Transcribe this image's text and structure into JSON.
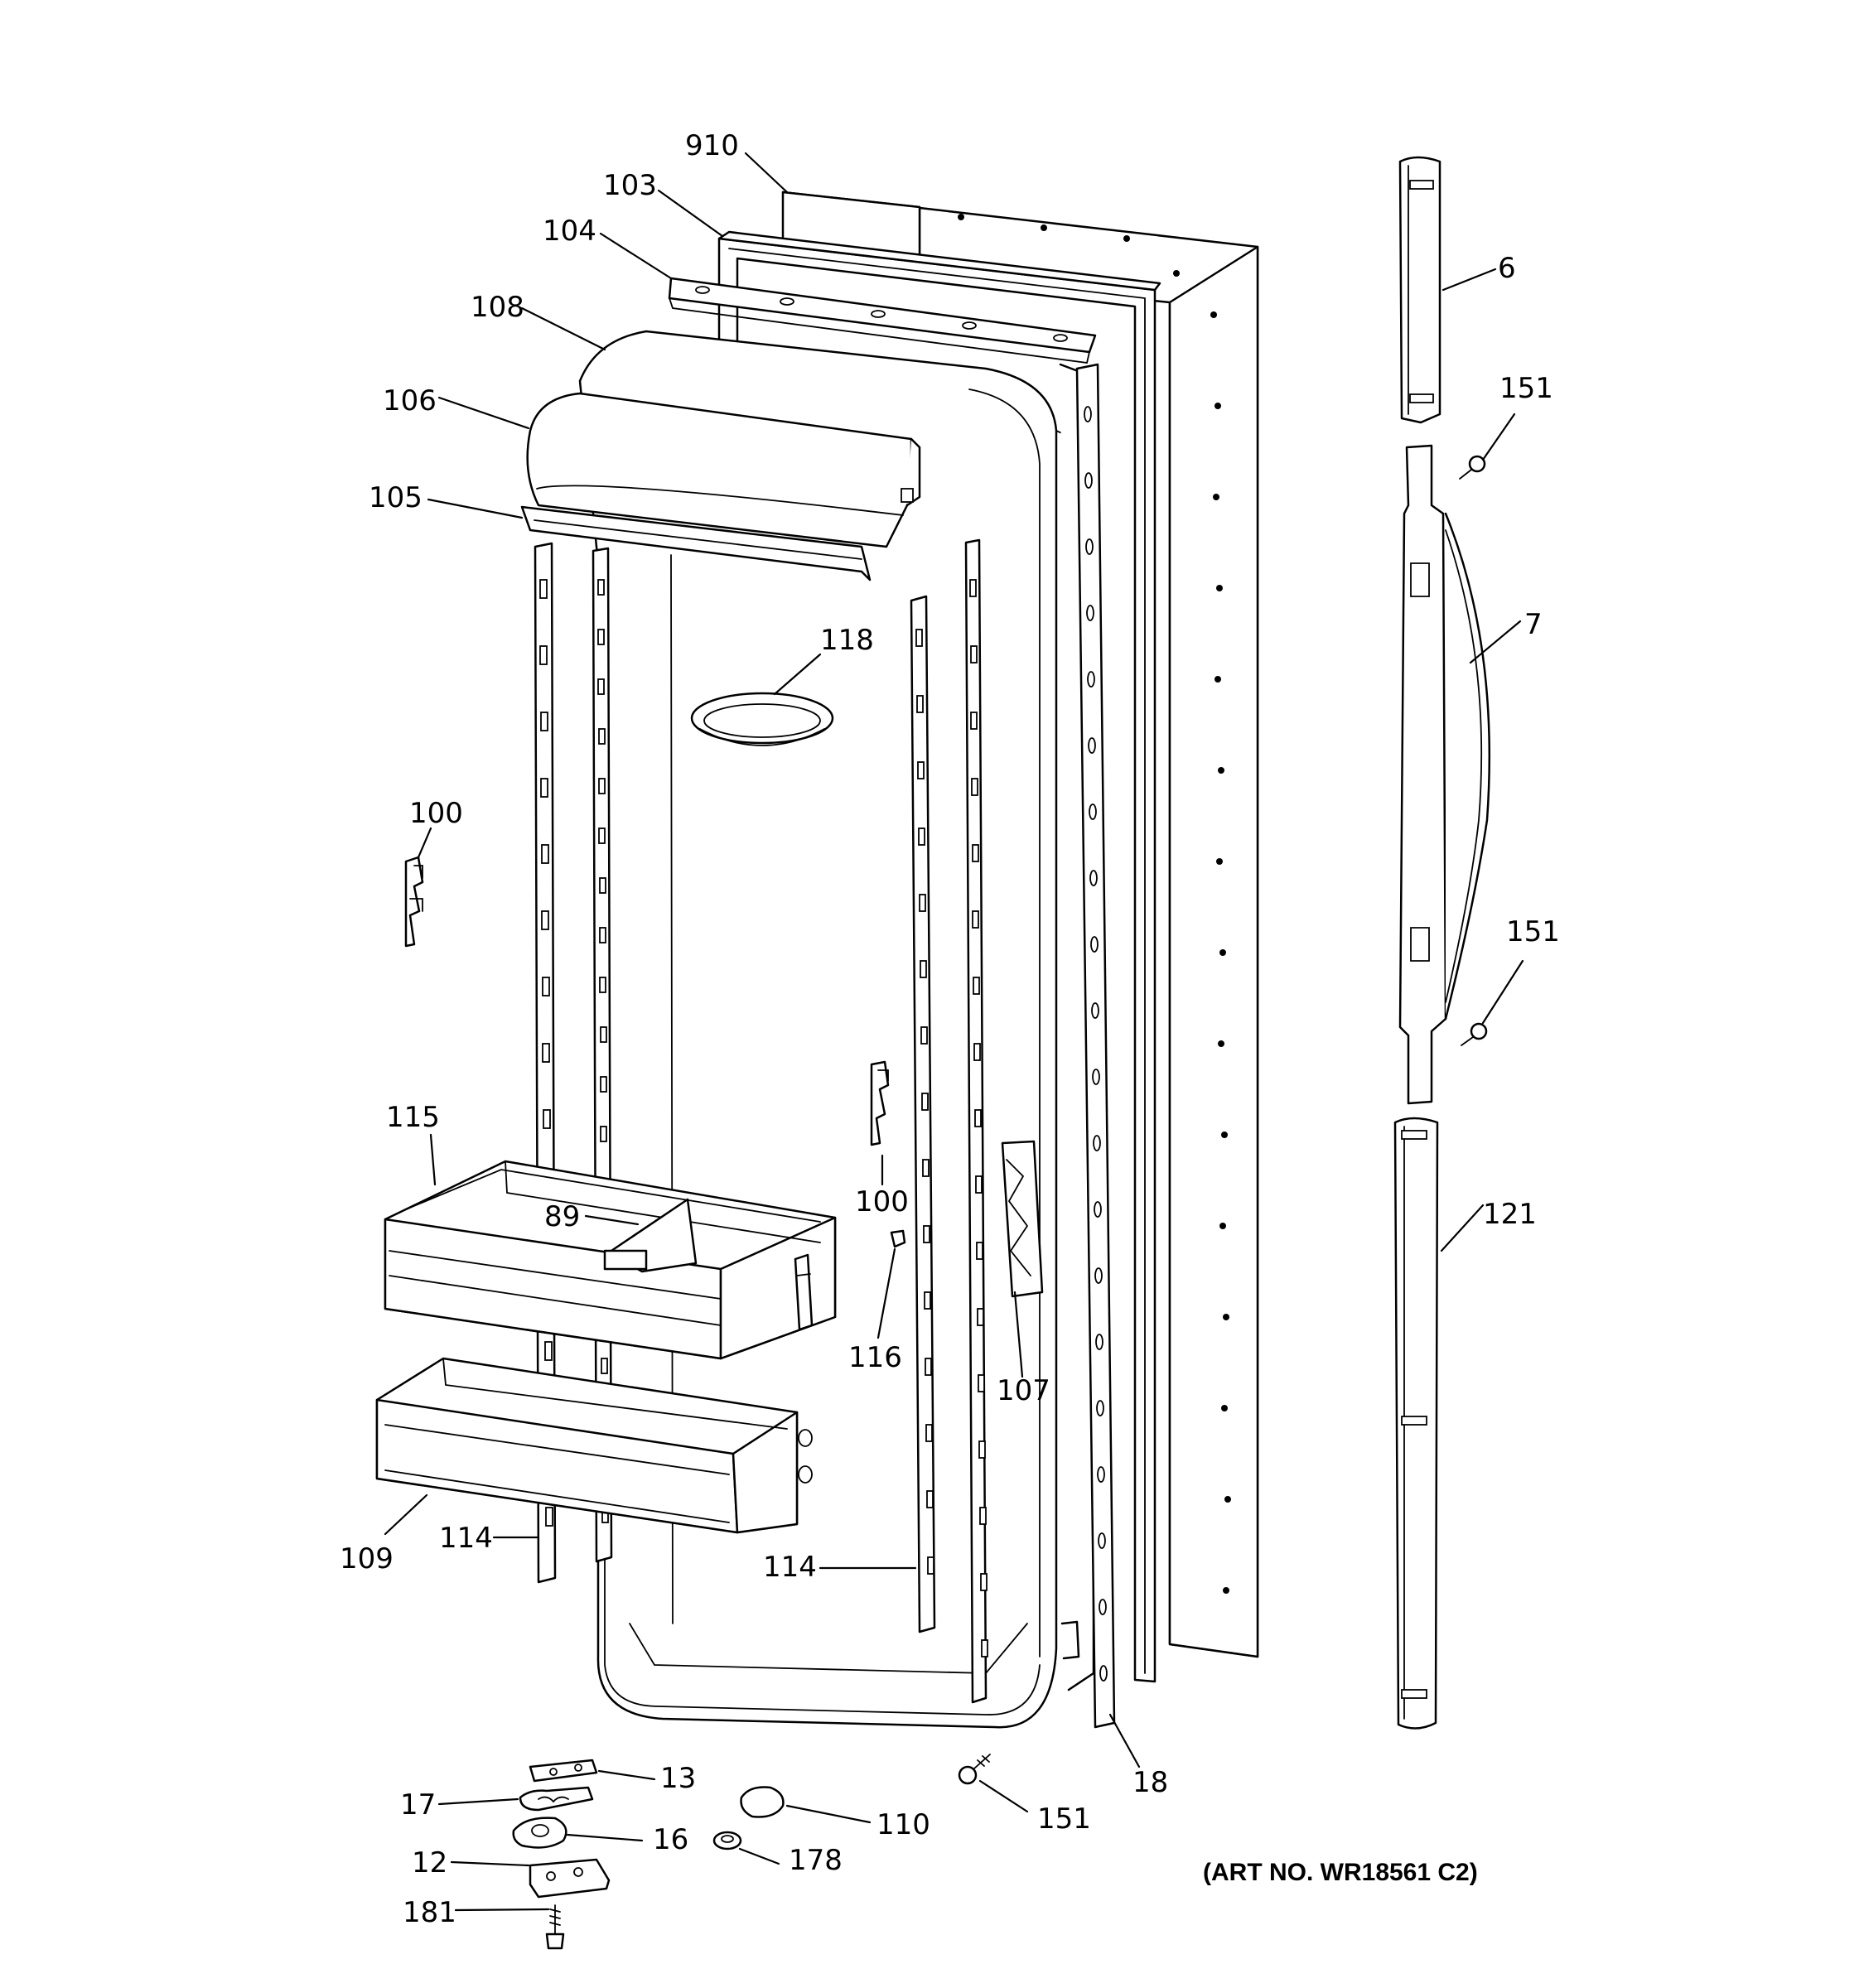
{
  "labels": {
    "l910": "910",
    "l103": "103",
    "l104": "104",
    "l108": "108",
    "l106": "106",
    "l105": "105",
    "l118": "118",
    "l100a": "100",
    "l100b": "100",
    "l115": "115",
    "l89": "89",
    "l116": "116",
    "l107": "107",
    "l109": "109",
    "l114a": "114",
    "l114b": "114",
    "l13": "13",
    "l17": "17",
    "l16": "16",
    "l12": "12",
    "l181": "181",
    "l110": "110",
    "l178": "178",
    "l151c": "151",
    "l18": "18",
    "l6": "6",
    "l151a": "151",
    "l7": "7",
    "l151b": "151",
    "l121": "121"
  },
  "art_number": "(ART NO. WR18561 C2)"
}
